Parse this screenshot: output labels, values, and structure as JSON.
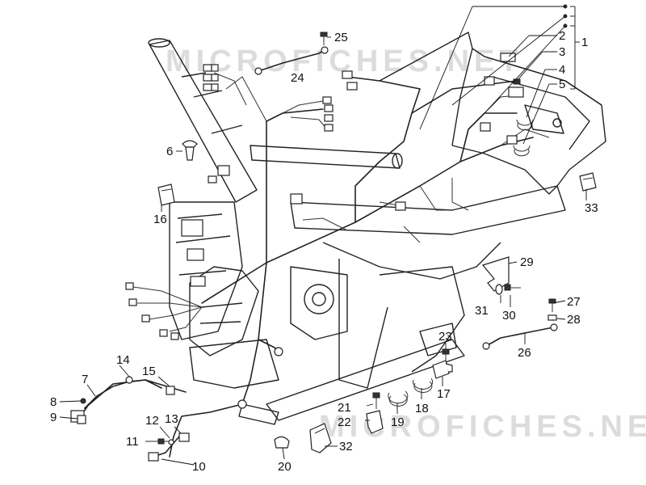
{
  "watermark": {
    "top": "MICROFICHES.NET",
    "bottom": "MICROFICHES.NET"
  },
  "callouts": {
    "c1": "1",
    "c2": "2",
    "c3": "3",
    "c4": "4",
    "c5": "5",
    "c6": "6",
    "c7": "7",
    "c8": "8",
    "c9": "9",
    "c10": "10",
    "c11": "11",
    "c12": "12",
    "c13": "13",
    "c14": "14",
    "c15": "15",
    "c16": "16",
    "c17": "17",
    "c18": "18",
    "c19": "19",
    "c20": "20",
    "c21": "21",
    "c22": "22",
    "c23": "23",
    "c24": "24",
    "c25": "25",
    "c26": "26",
    "c27": "27",
    "c28": "28",
    "c29": "29",
    "c30": "30",
    "c31": "31",
    "c32": "32",
    "c33": "33"
  }
}
